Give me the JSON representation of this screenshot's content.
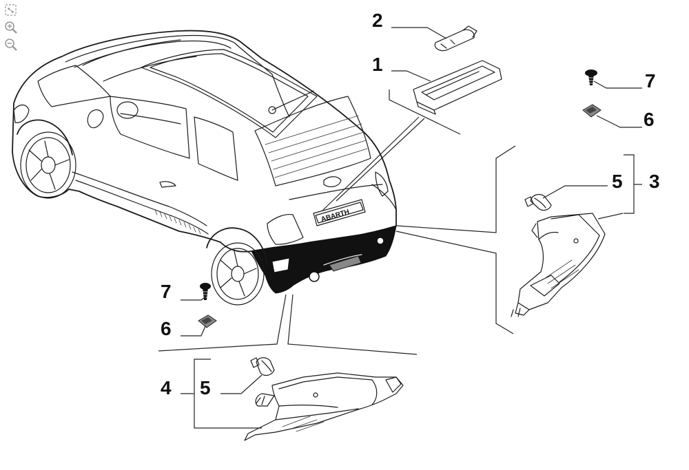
{
  "toolbar": {
    "buttons": [
      {
        "name": "fit-to-window-icon"
      },
      {
        "name": "zoom-in-icon"
      },
      {
        "name": "zoom-out-icon"
      }
    ]
  },
  "callouts": {
    "c1": "1",
    "c2": "2",
    "c3": "3",
    "c4": "4",
    "c5a": "5",
    "c5b": "5",
    "c6a": "6",
    "c6b": "6",
    "c7a": "7",
    "c7b": "7"
  },
  "car_badge": "ABARTH"
}
